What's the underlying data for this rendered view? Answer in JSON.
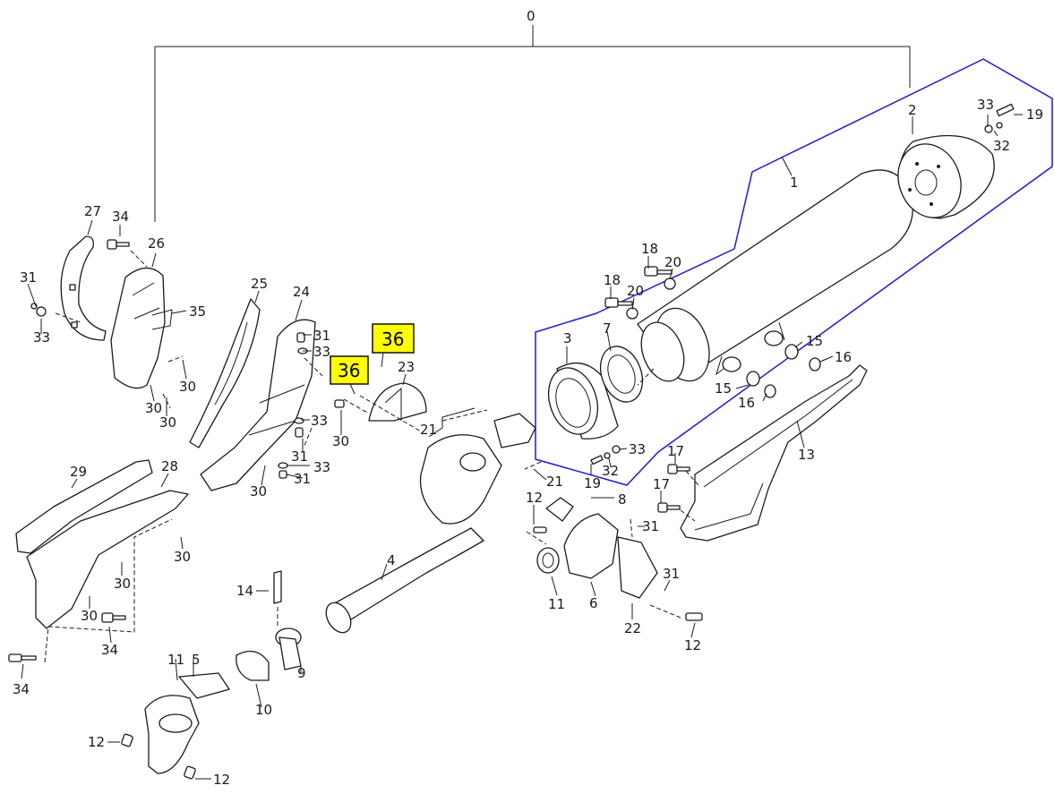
{
  "top_label": "0",
  "group_label": "1",
  "callouts": [
    {
      "id": "c2",
      "text": "2"
    },
    {
      "id": "c33a",
      "text": "33"
    },
    {
      "id": "c19a",
      "text": "19"
    },
    {
      "id": "c32a",
      "text": "32"
    },
    {
      "id": "c18a",
      "text": "18"
    },
    {
      "id": "c20a",
      "text": "20"
    },
    {
      "id": "c18b",
      "text": "18"
    },
    {
      "id": "c20b",
      "text": "20"
    },
    {
      "id": "c3",
      "text": "3"
    },
    {
      "id": "c7",
      "text": "7"
    },
    {
      "id": "c15a",
      "text": "15"
    },
    {
      "id": "c16a",
      "text": "16"
    },
    {
      "id": "c15b",
      "text": "15"
    },
    {
      "id": "c16b",
      "text": "16"
    },
    {
      "id": "c33b",
      "text": "33"
    },
    {
      "id": "c32b",
      "text": "32"
    },
    {
      "id": "c19b",
      "text": "19"
    },
    {
      "id": "c13",
      "text": "13"
    },
    {
      "id": "c17a",
      "text": "17"
    },
    {
      "id": "c17b",
      "text": "17"
    },
    {
      "id": "c27",
      "text": "27"
    },
    {
      "id": "c34a",
      "text": "34"
    },
    {
      "id": "c26",
      "text": "26"
    },
    {
      "id": "c31a",
      "text": "31"
    },
    {
      "id": "c33c",
      "text": "33"
    },
    {
      "id": "c35",
      "text": "35"
    },
    {
      "id": "c30a",
      "text": "30"
    },
    {
      "id": "c30b",
      "text": "30"
    },
    {
      "id": "c30c",
      "text": "30"
    },
    {
      "id": "c25",
      "text": "25"
    },
    {
      "id": "c24",
      "text": "24"
    },
    {
      "id": "c31b",
      "text": "31"
    },
    {
      "id": "c33d",
      "text": "33"
    },
    {
      "id": "c23",
      "text": "23"
    },
    {
      "id": "c30d",
      "text": "30"
    },
    {
      "id": "c33e",
      "text": "33"
    },
    {
      "id": "c31c",
      "text": "31"
    },
    {
      "id": "c33f",
      "text": "33"
    },
    {
      "id": "c31d",
      "text": "31"
    },
    {
      "id": "c30e",
      "text": "30"
    },
    {
      "id": "c21a",
      "text": "21"
    },
    {
      "id": "c21b",
      "text": "21"
    },
    {
      "id": "c29",
      "text": "29"
    },
    {
      "id": "c28",
      "text": "28"
    },
    {
      "id": "c30f",
      "text": "30"
    },
    {
      "id": "c30g",
      "text": "30"
    },
    {
      "id": "c30h",
      "text": "30"
    },
    {
      "id": "c34b",
      "text": "34"
    },
    {
      "id": "c34c",
      "text": "34"
    },
    {
      "id": "c12a",
      "text": "12"
    },
    {
      "id": "c8",
      "text": "8"
    },
    {
      "id": "c31e",
      "text": "31"
    },
    {
      "id": "c11a",
      "text": "11"
    },
    {
      "id": "c6",
      "text": "6"
    },
    {
      "id": "c31f",
      "text": "31"
    },
    {
      "id": "c22",
      "text": "22"
    },
    {
      "id": "c12b",
      "text": "12"
    },
    {
      "id": "c4",
      "text": "4"
    },
    {
      "id": "c14",
      "text": "14"
    },
    {
      "id": "c9",
      "text": "9"
    },
    {
      "id": "c10",
      "text": "10"
    },
    {
      "id": "c11b",
      "text": "11"
    },
    {
      "id": "c5",
      "text": "5"
    },
    {
      "id": "c12c",
      "text": "12"
    },
    {
      "id": "c12d",
      "text": "12"
    }
  ],
  "highlighted_callouts": [
    {
      "id": "h36a",
      "text": "36"
    },
    {
      "id": "h36b",
      "text": "36"
    }
  ],
  "colors": {
    "highlight_fill": "#ffff00",
    "group_outline": "#1a1ad6",
    "line": "#1a1a1a",
    "background": "#ffffff"
  }
}
